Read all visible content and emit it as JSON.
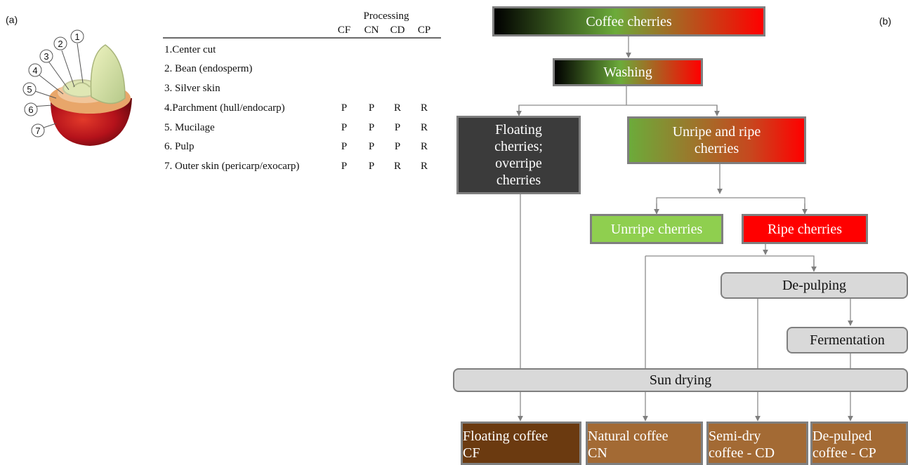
{
  "panel_a_label": "(a)",
  "panel_b_label": "(b)",
  "cherry_diagram": {
    "part_numbers": [
      "1",
      "2",
      "3",
      "4",
      "5",
      "6",
      "7"
    ]
  },
  "table": {
    "group_header": "Processing",
    "columns": [
      "CF",
      "CN",
      "CD",
      "CP"
    ],
    "rows": [
      {
        "label": "1.Center cut",
        "values": [
          "",
          "",
          "",
          ""
        ]
      },
      {
        "label": "2. Bean (endosperm)",
        "values": [
          "",
          "",
          "",
          ""
        ]
      },
      {
        "label": "3. Silver skin",
        "values": [
          "",
          "",
          "",
          ""
        ]
      },
      {
        "label": "4.Parchment (hull/endocarp)",
        "values": [
          "P",
          "P",
          "R",
          "R"
        ]
      },
      {
        "label": "5. Mucilage",
        "values": [
          "P",
          "P",
          "P",
          "R"
        ]
      },
      {
        "label": "6. Pulp",
        "values": [
          "P",
          "P",
          "P",
          "R"
        ]
      },
      {
        "label": "7. Outer skin (pericarp/exocarp)",
        "values": [
          "P",
          "P",
          "R",
          "R"
        ]
      }
    ]
  },
  "flow": {
    "coffee_cherries": "Coffee cherries",
    "washing": "Washing",
    "floating_line1": "Floating",
    "floating_line2": "cherries;",
    "floating_line3": "overripe",
    "floating_line4": "cherries",
    "unripe_ripe_line1": "Unripe and ripe",
    "unripe_ripe_line2": "cherries",
    "unrripe": "Unrripe cherries",
    "ripe": "Ripe cherries",
    "depulping": "De-pulping",
    "fermentation": "Fermentation",
    "sun_drying": "Sun drying",
    "out_floating_line1": "Floating coffee",
    "out_floating_line2": "CF",
    "out_natural_line1": "Natural coffee",
    "out_natural_line2": "CN",
    "out_semidry_line1": "Semi-dry",
    "out_semidry_line2": "coffee - CD",
    "out_depulped_line1": "De-pulped",
    "out_depulped_line2": "coffee - CP"
  },
  "colors": {
    "dark_box": "#3b3b3b",
    "green": "#8fcf4f",
    "red": "#ff0000",
    "floating_coffee": "#6b3a10",
    "other_coffee": "#a36a34"
  }
}
